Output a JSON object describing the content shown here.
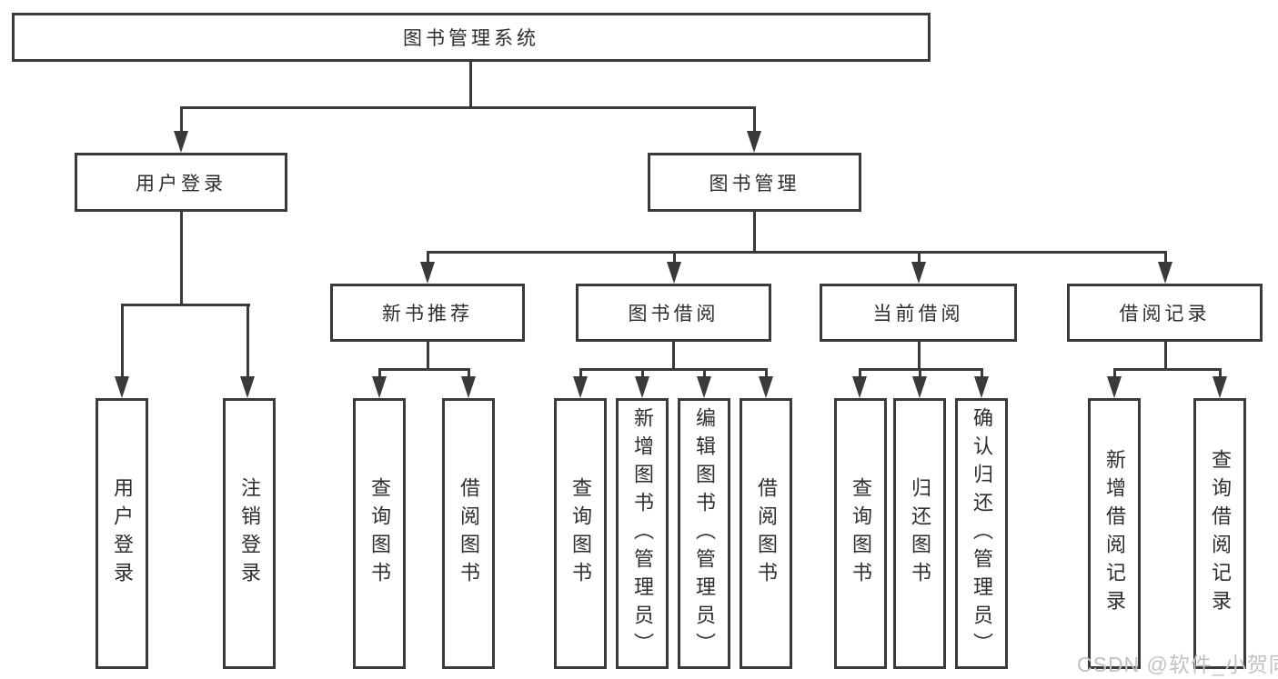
{
  "diagram_title": "图书管理系统",
  "line_color": "#3a3a3a",
  "text_color": "#2e2e2e",
  "watermark": "CSDN @软件_小贺同学",
  "tree": {
    "label": "图书管理系统",
    "children": [
      {
        "label": "用户登录",
        "children": [
          {
            "label": "用户登录"
          },
          {
            "label": "注销登录"
          }
        ]
      },
      {
        "label": "图书管理",
        "children": [
          {
            "label": "新书推荐",
            "children": [
              {
                "label": "查询图书"
              },
              {
                "label": "借阅图书"
              }
            ]
          },
          {
            "label": "图书借阅",
            "children": [
              {
                "label": "查询图书"
              },
              {
                "label": "新增图书（管理员）"
              },
              {
                "label": "编辑图书（管理员）"
              },
              {
                "label": "借阅图书"
              }
            ]
          },
          {
            "label": "当前借阅",
            "children": [
              {
                "label": "查询图书"
              },
              {
                "label": "归还图书"
              },
              {
                "label": "确认归还（管理员）"
              }
            ]
          },
          {
            "label": "借阅记录",
            "children": [
              {
                "label": "新增借阅记录"
              },
              {
                "label": "查询借阅记录"
              }
            ]
          }
        ]
      }
    ]
  }
}
